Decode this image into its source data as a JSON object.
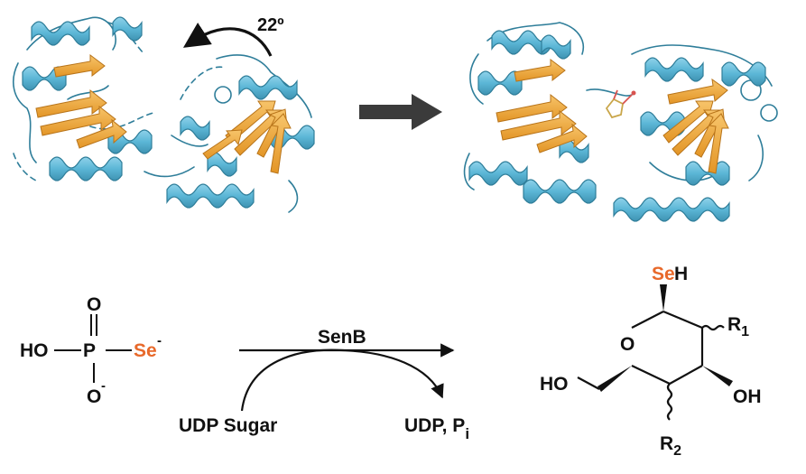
{
  "colors": {
    "helix": "#5bb6d6",
    "helix_edge": "#2f7e9a",
    "sheet": "#f2a93b",
    "sheet_edge": "#b8741a",
    "arrow": "#3b3b3b",
    "selenium": "#e8692b",
    "text": "#111111"
  },
  "figure": {
    "rotation_label": "22º"
  },
  "reaction": {
    "reactant": {
      "ho": "HO",
      "p": "P",
      "o_top": "O",
      "o_bottom": "O",
      "se": "Se",
      "minus": "-"
    },
    "enzyme": "SenB",
    "cosubstrate": "UDP Sugar",
    "byproduct": "UDP, P",
    "byproduct_sub": "i",
    "product": {
      "se": "Se",
      "h": "H",
      "ring_o": "O",
      "r1": "R",
      "r1_sub": "1",
      "oh": "OH",
      "ho": "HO",
      "r2": "R",
      "r2_sub": "2"
    }
  }
}
